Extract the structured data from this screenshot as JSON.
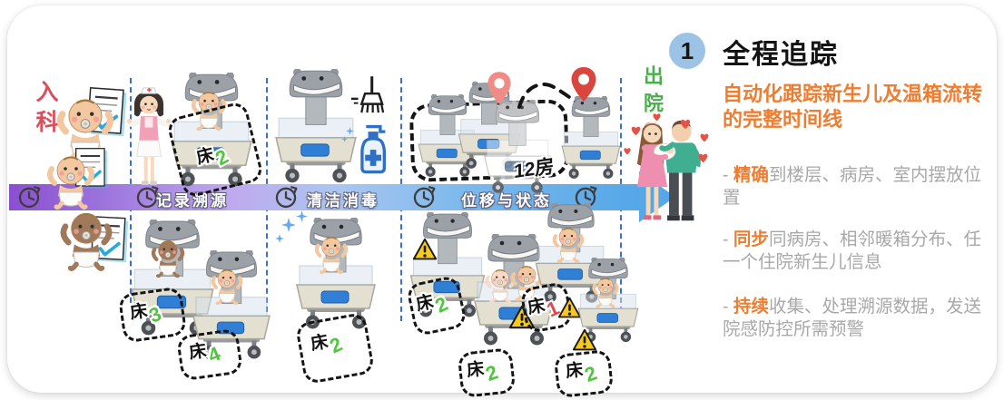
{
  "colors": {
    "accent_orange": "#ED7D31",
    "body_gray": "#A6A6A6",
    "admission_red": "#D94F5C",
    "discharge_green": "#4BAE4C",
    "bed_number_green": "#53C43F",
    "bed_number_red": "#E0484E",
    "arrow_purple": "#8A4FD0",
    "arrow_blue": "#55A7E8",
    "divider_blue": "#3A6ED0",
    "badge_blue": "#9CC3E6",
    "warning_yellow": "#F7C81D",
    "pin_red": "#D9463E",
    "pin_pink": "#F08B86"
  },
  "stages": {
    "admission": "入科",
    "record": "记录溯源",
    "clean": "清洁消毒",
    "move": "位移与状态",
    "discharge": "出院"
  },
  "bed_char": "床",
  "room_label": "12房",
  "beds": [
    {
      "num": "2"
    },
    {
      "num": "3"
    },
    {
      "num": "4"
    },
    {
      "num": "2"
    },
    {
      "num": "2"
    },
    {
      "num": "2"
    },
    {
      "num": "1"
    },
    {
      "num": "2"
    }
  ],
  "panel": {
    "number": "1",
    "title": "全程追踪",
    "subtitle": "自动化跟踪新生儿及温箱流转的完整时间线",
    "bullets": [
      {
        "dash": "- ",
        "lead": "精确",
        "rest": "到楼层、病房、室内摆放位置"
      },
      {
        "dash": "- ",
        "lead": "同步",
        "rest": "同病房、相邻暖箱分布、任一个住院新生儿信息"
      },
      {
        "dash": "- ",
        "lead": "持续",
        "rest": "收集、处理溯源数据，发送院感防控所需预警"
      }
    ]
  }
}
